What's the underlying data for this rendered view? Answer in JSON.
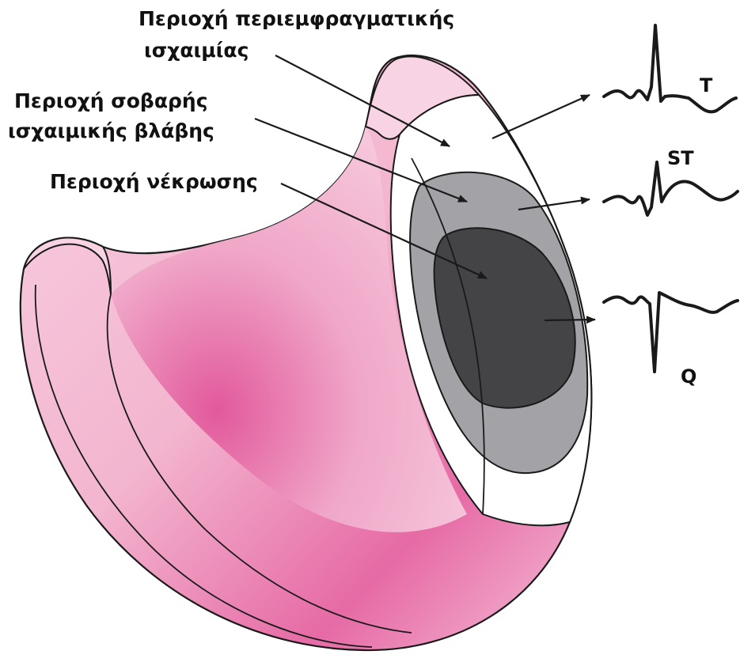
{
  "zones": {
    "peri_ischemia": {
      "line1": "Περιοχή περιεμφραγματικής",
      "line2": "ισχαιμίας"
    },
    "injury": {
      "line1": "Περιοχή σοβαρής",
      "line2": "ισχαιμικής βλάβης"
    },
    "necrosis": {
      "line1": "Περιοχή νέκρωσης"
    }
  },
  "ecg": {
    "t_wave": "T",
    "st_segment": "ST",
    "q_wave": "Q"
  },
  "colors": {
    "myocardium_light": "#f6c8dc",
    "myocardium_dark": "#e0569a",
    "ischemia_zone": "#ffffff",
    "injury_zone": "#a3a3a7",
    "necrosis_zone": "#444446",
    "outline": "#1a1a1a"
  }
}
